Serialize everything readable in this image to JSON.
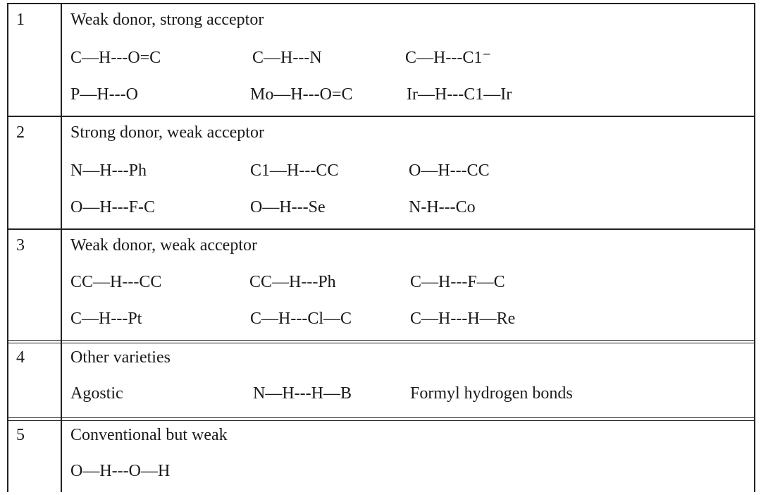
{
  "rows": [
    {
      "number": "1",
      "title": "Weak donor, strong acceptor",
      "lines": [
        [
          "C—H---O=C",
          "C—H---N",
          "C—H---C1⁻"
        ],
        [
          "P—H---O",
          "Mo—H---O=C",
          "Ir—H---C1—Ir"
        ]
      ]
    },
    {
      "number": "2",
      "title": "Strong donor, weak acceptor",
      "lines": [
        [
          "N—H---Ph",
          "C1—H---CC",
          "O—H---CC"
        ],
        [
          "O—H---F-C",
          "O—H---Se",
          "N-H---Co"
        ]
      ]
    },
    {
      "number": "3",
      "title": "Weak donor, weak acceptor",
      "lines": [
        [
          "CC—H---CC",
          "CC—H---Ph",
          "C—H---F—C"
        ],
        [
          "C—H---Pt",
          "C—H---Cl—C",
          "C—H---H—Re"
        ]
      ]
    },
    {
      "number": "4",
      "title": "Other varieties",
      "lines": [
        [
          "Agostic",
          "N—H---H—B",
          "Formyl hydrogen bonds"
        ]
      ]
    },
    {
      "number": "5",
      "title": "Conventional but weak",
      "lines": [
        [
          "O—H---O—H"
        ]
      ]
    }
  ]
}
